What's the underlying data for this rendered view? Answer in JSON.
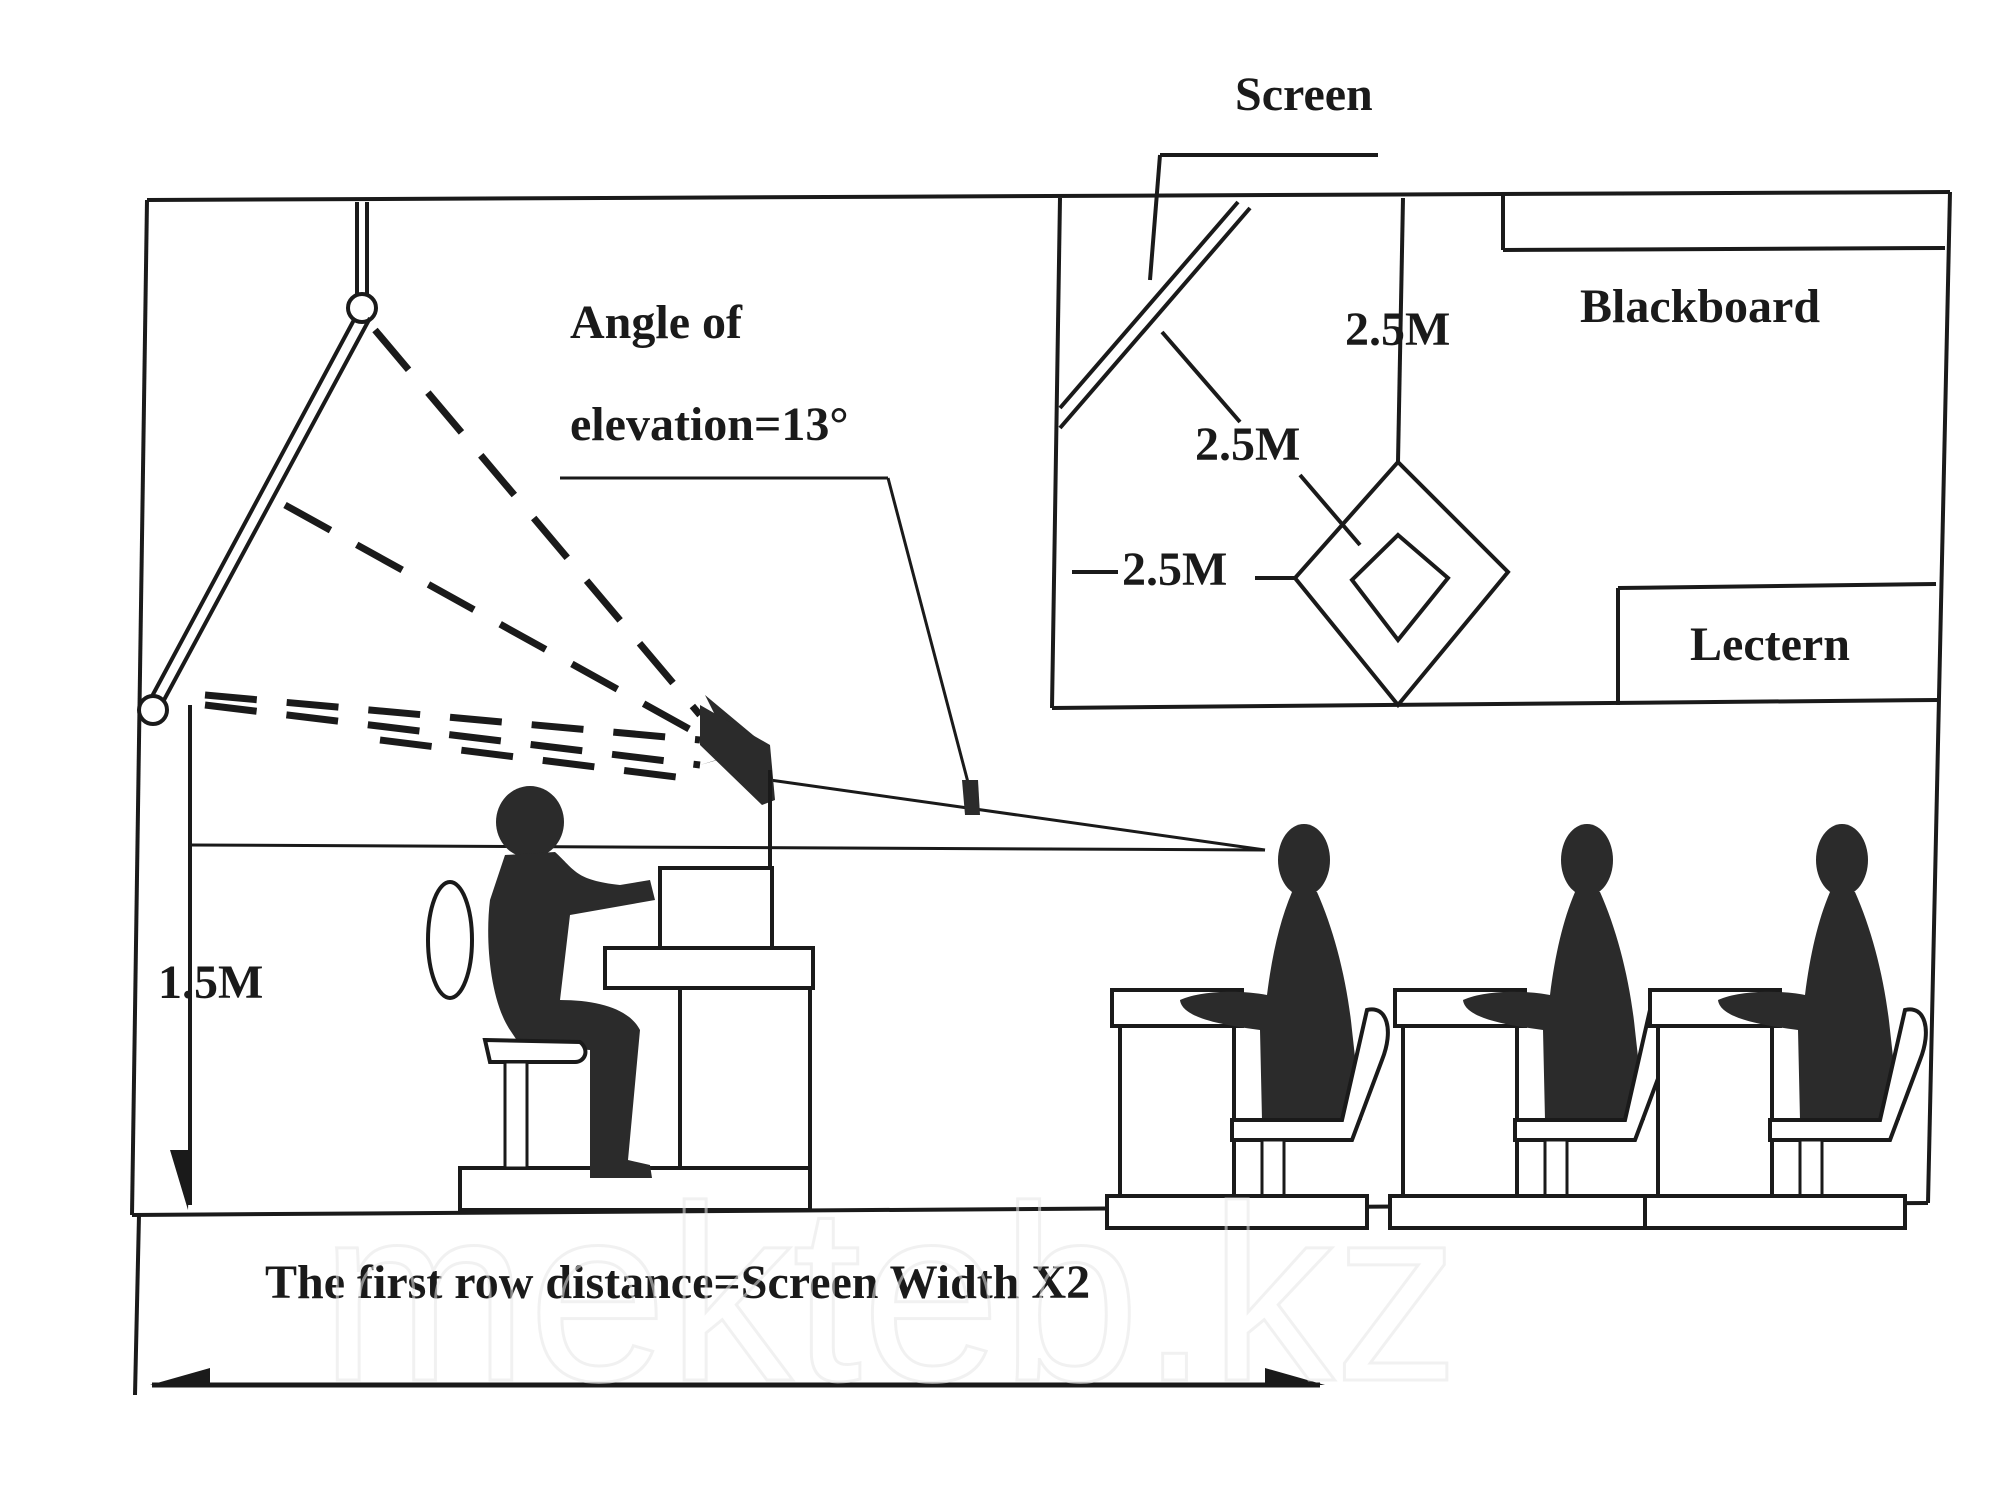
{
  "labels": {
    "screen": "Screen",
    "blackboard": "Blackboard",
    "lectern": "Lectern",
    "angle_line1": "Angle of",
    "angle_line2": "elevation=13°",
    "dim_vertical": "2.5M",
    "dim_diagonal": "2.5M",
    "dim_horizontal": "2.5M",
    "height": "1.5M",
    "first_row": "The first row distance=Screen Width X2"
  },
  "watermark": "mekteb.kz",
  "colors": {
    "line": "#1a1a1a",
    "silhouette": "#2b2b2b",
    "background": "#ffffff",
    "watermark": "#e6e6e6"
  }
}
